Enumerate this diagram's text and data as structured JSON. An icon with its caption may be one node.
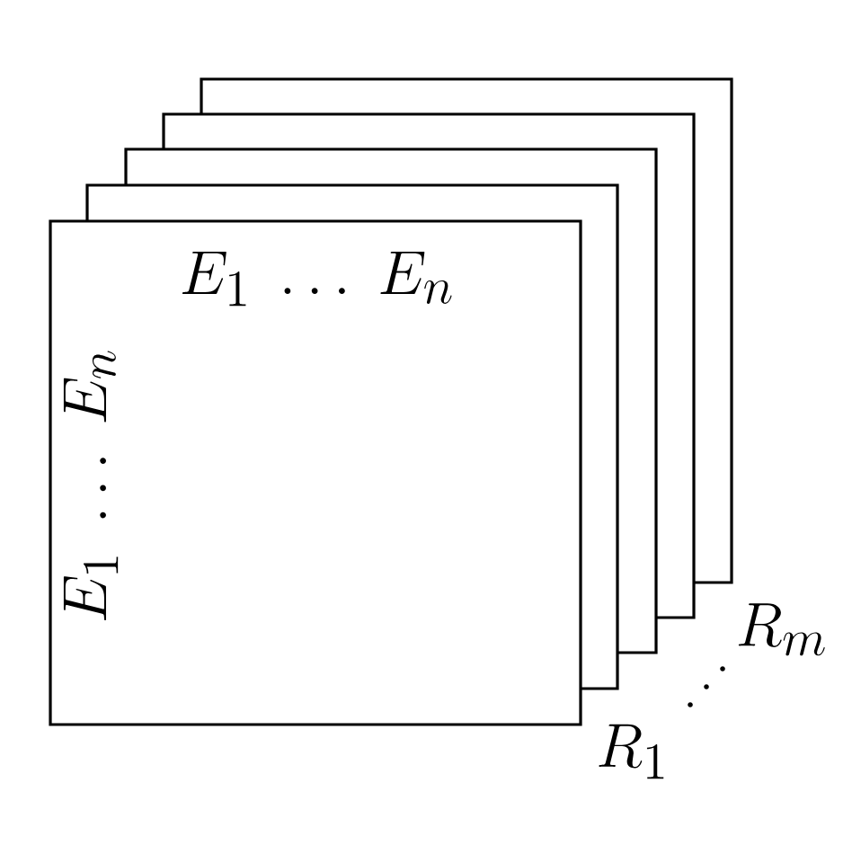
{
  "diagram": {
    "nodes": [
      {
        "text": [],
        "shape": "box"
      },
      {
        "text": [],
        "shape": "box"
      },
      {
        "text": [],
        "shape": "box"
      },
      {
        "text": [],
        "shape": "box"
      },
      {
        "text": [
          "E_1 \\ \\ldots \\ E_n",
          "E_1 \\ \\ldots \\ E_n"
        ]
      }
    ],
    "labels": [
      "R_1",
      "R_m"
    ]
  }
}
